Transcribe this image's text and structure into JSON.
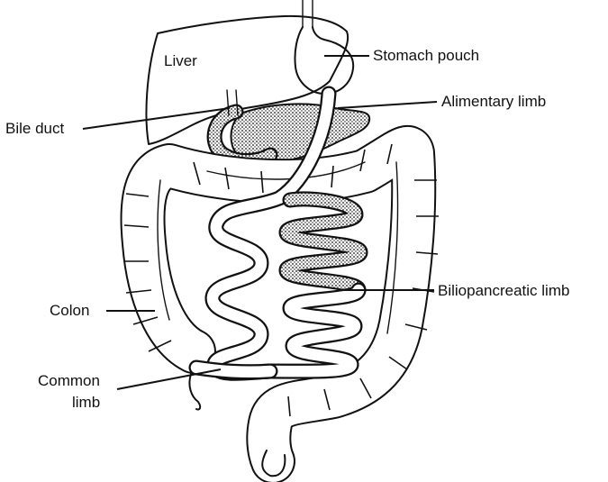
{
  "labels": {
    "liver": "Liver",
    "stomach_pouch": "Stomach pouch",
    "alimentary_limb": "Alimentary limb",
    "bile_duct": "Bile duct",
    "biliopancreatic_limb": "Biliopancreatic limb",
    "colon": "Colon",
    "common_limb_line1": "Common",
    "common_limb_line2": "limb"
  },
  "colors": {
    "ink": "#111111",
    "background": "#ffffff"
  }
}
